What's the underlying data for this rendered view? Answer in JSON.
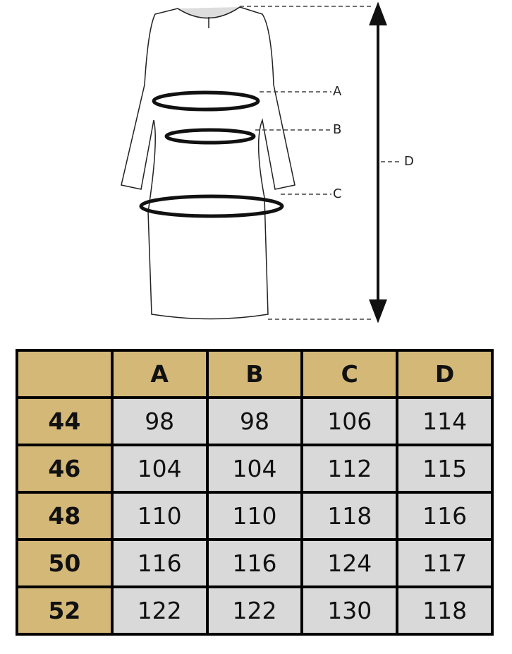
{
  "diagram": {
    "labels": {
      "a": "A",
      "b": "B",
      "c": "C",
      "d": "D"
    }
  },
  "table": {
    "headers": [
      "",
      "A",
      "B",
      "C",
      "D"
    ],
    "rows": [
      {
        "size": "44",
        "values": [
          "98",
          "98",
          "106",
          "114"
        ]
      },
      {
        "size": "46",
        "values": [
          "104",
          "104",
          "112",
          "115"
        ]
      },
      {
        "size": "48",
        "values": [
          "110",
          "110",
          "118",
          "116"
        ]
      },
      {
        "size": "50",
        "values": [
          "116",
          "116",
          "124",
          "117"
        ]
      },
      {
        "size": "52",
        "values": [
          "122",
          "122",
          "130",
          "118"
        ]
      }
    ],
    "colors": {
      "header": "#d4b878",
      "cell": "#d9d9d9",
      "border": "#000000"
    }
  }
}
